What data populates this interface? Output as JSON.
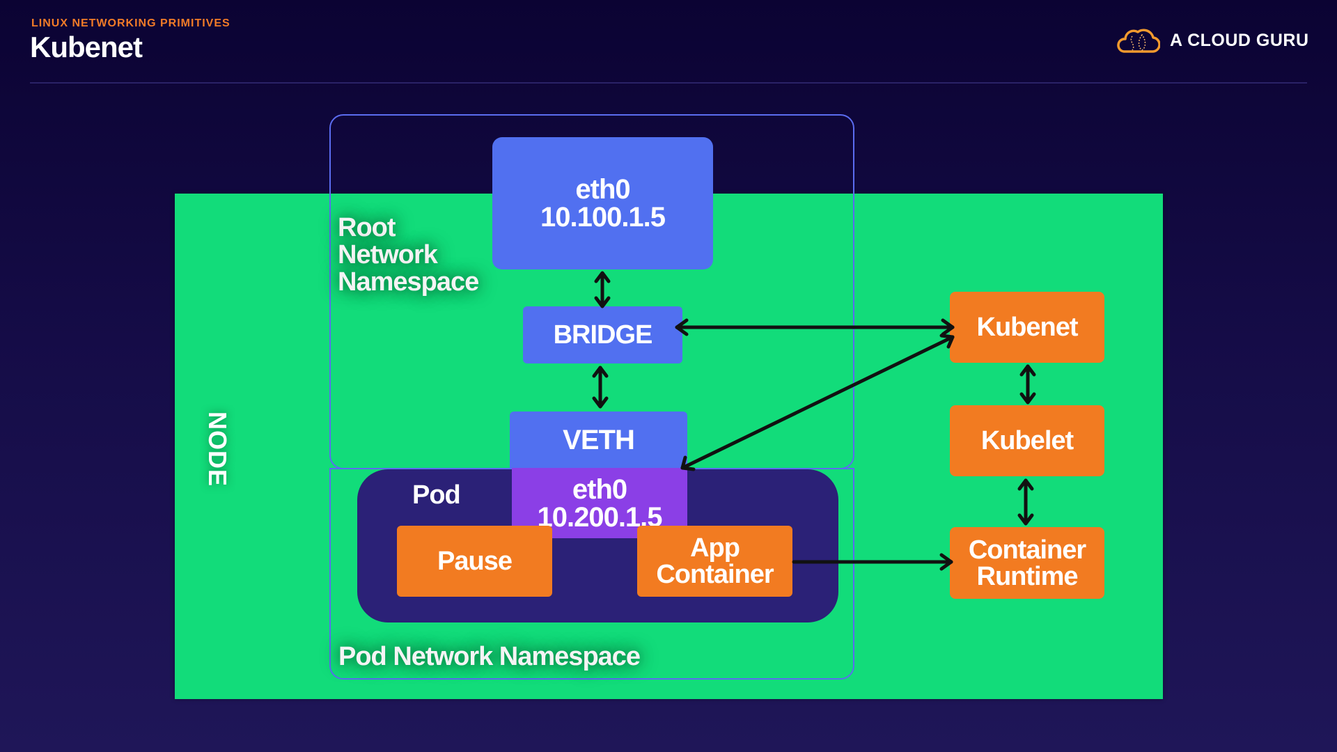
{
  "header": {
    "subtitle": "LINUX NETWORKING PRIMITIVES",
    "title": "Kubenet",
    "brand": "A CLOUD GURU",
    "brand_icon": "cloud-icon"
  },
  "colors": {
    "accent_orange": "#f27b21",
    "node_green": "#12dc7a",
    "interface_blue": "#5170f0",
    "pod_eth_purple": "#8b3fe6",
    "pod_bg": "#2b2177",
    "namespace_border": "#5b6cf0"
  },
  "diagram": {
    "node_label": "NODE",
    "root_namespace": {
      "label": [
        "Root",
        "Network",
        "Namespace"
      ],
      "eth0": {
        "name": "eth0",
        "ip": "10.100.1.5"
      },
      "bridge": "BRIDGE",
      "veth": "VETH"
    },
    "pod_namespace": {
      "label": "Pod Network Namespace",
      "pod_label": "Pod",
      "eth0": {
        "name": "eth0",
        "ip": "10.200.1.5"
      },
      "pause": "Pause",
      "app_container": [
        "App",
        "Container"
      ]
    },
    "components": {
      "kubenet": "Kubenet",
      "kubelet": "Kubelet",
      "container_runtime": [
        "Container",
        "Runtime"
      ]
    },
    "connections": [
      {
        "from": "eth0-root",
        "to": "bridge",
        "direction": "both"
      },
      {
        "from": "bridge",
        "to": "veth",
        "direction": "both"
      },
      {
        "from": "bridge",
        "to": "kubenet",
        "direction": "both"
      },
      {
        "from": "kubenet",
        "to": "veth",
        "direction": "both"
      },
      {
        "from": "kubenet",
        "to": "kubelet",
        "direction": "both"
      },
      {
        "from": "kubelet",
        "to": "container-runtime",
        "direction": "both"
      },
      {
        "from": "app-container",
        "to": "container-runtime",
        "direction": "forward"
      }
    ]
  }
}
